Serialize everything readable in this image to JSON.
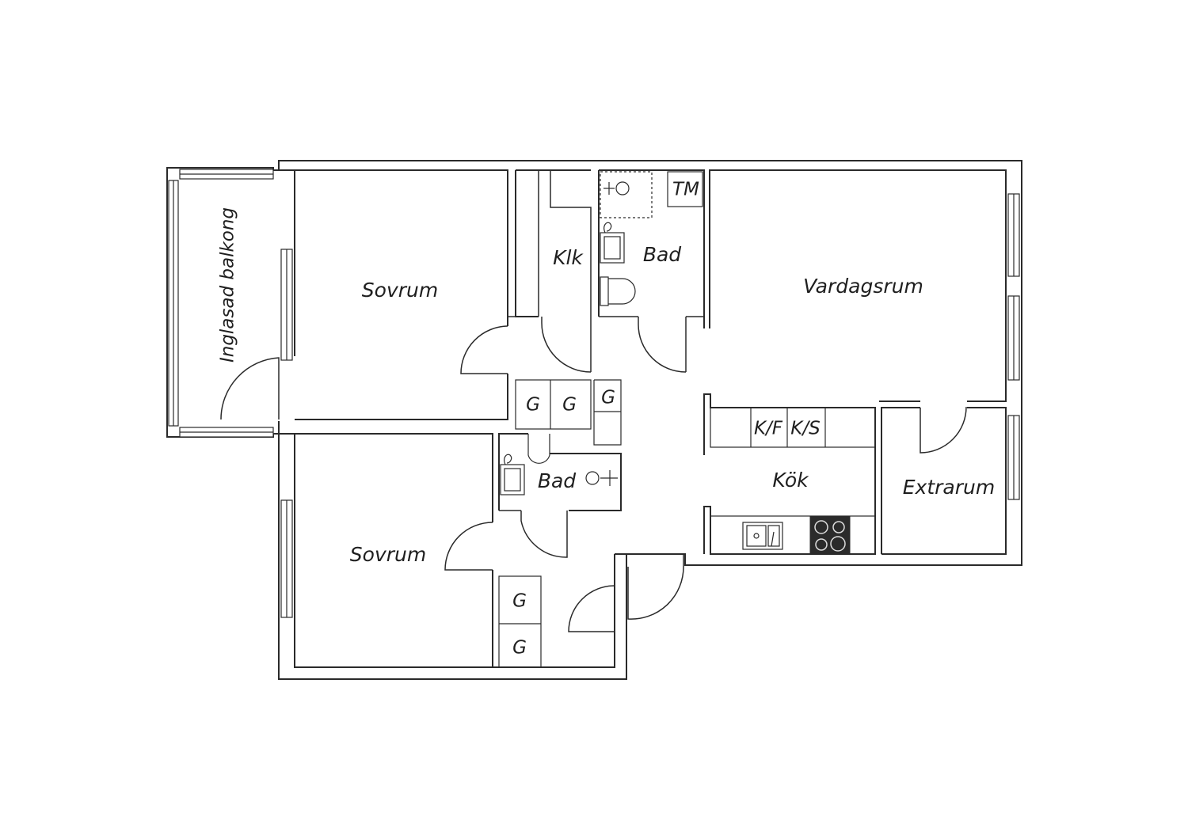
{
  "rooms": {
    "balcony": "Inglasad balkong",
    "bedroom_top": "Sovrum",
    "bedroom_bottom": "Sovrum",
    "closet": "Klk",
    "bath_top": "Bad",
    "bath_bottom": "Bad",
    "living": "Vardagsrum",
    "kitchen": "Kök",
    "extra": "Extrarum"
  },
  "fixtures": {
    "laundry": "TM",
    "wardrobe": "G",
    "fridge_freezer": "K/F",
    "fridge_cooler": "K/S"
  }
}
